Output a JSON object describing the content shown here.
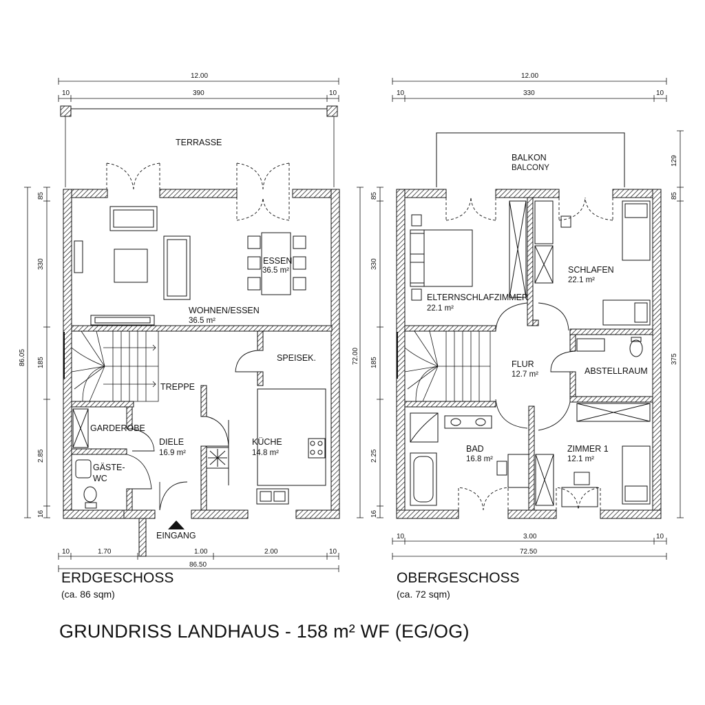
{
  "title": "GRUNDRISS LANDHAUS - 158 m² WF (EG/OG)",
  "eg": {
    "name": "ERDGESCHOSS",
    "sub": "(ca. 86 sqm)",
    "dims": {
      "top_total": "12.00",
      "top_inner": "390",
      "top_left": "10",
      "top_right": "10",
      "bottom_total": "86.50",
      "b1": "10",
      "b2": "1.70",
      "b3": "1.00",
      "b4": "2.00",
      "b5": "10",
      "left_total": "86.05",
      "l1": "85",
      "l2": "330",
      "l3": "185",
      "l4": "2.85",
      "l5": "16"
    },
    "rooms": {
      "terrasse": "TERRASSE",
      "essen": "ESSEN",
      "essen_area": "36.5 m²",
      "wohnen": "WOHNEN/ESSEN",
      "wohnen_area": "36.5 m²",
      "speisek": "SPEISEK.",
      "treppe": "TREPPE",
      "garderobe": "GARDEROBE",
      "diele": "DIELE",
      "diele_area": "16.9 m²",
      "kueche": "KÜCHE",
      "kueche_area": "14.8 m²",
      "gaeste1": "GÄSTE-",
      "gaeste2": "WC",
      "eingang": "EINGANG"
    }
  },
  "og": {
    "name": "OBERGESCHOSS",
    "sub": "(ca. 72 sqm)",
    "dims": {
      "top_total": "12.00",
      "top_inner": "330",
      "top_left": "10",
      "top_right": "10",
      "bottom_inner": "3.00",
      "bottom_total": "72.50",
      "b1": "10",
      "b2": "10",
      "left_total": "72.00",
      "l1": "85",
      "l2": "330",
      "l3": "185",
      "l4": "2.25",
      "l5": "16",
      "right1": "129",
      "right2": "85",
      "right3": "375"
    },
    "rooms": {
      "balkon": "BALKON",
      "balcony": "BALCONY",
      "eltern": "ELTERNSCHLAFZIMMER",
      "eltern_area": "22.1 m²",
      "schlafen": "SCHLAFEN",
      "schlafen_area": "22.1 m²",
      "flur": "FLUR",
      "flur_area": "12.7 m²",
      "abstell": "ABSTELLRAUM",
      "bad": "BAD",
      "bad_area": "16.8 m²",
      "zimmer": "ZIMMER 1",
      "zimmer_area": "12.1 m²"
    }
  }
}
